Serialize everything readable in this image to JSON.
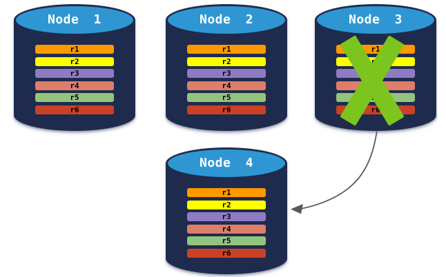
{
  "diagram": {
    "description": "Database replication diagram: failed node replicated to new node",
    "colors": {
      "cylinder_body": "#1F2B4D",
      "cylinder_top": "#2E97D3",
      "node_label_text": "#FFFFFF",
      "record_text": "#000000",
      "failure_x": "#7CC41E",
      "arrow": "#595959",
      "background": "#FFFFFF"
    },
    "nodes": [
      {
        "label": "Node 1",
        "failed": false,
        "records": [
          {
            "label": "r1",
            "color": "#FE9900"
          },
          {
            "label": "r2",
            "color": "#FFFF00"
          },
          {
            "label": "r3",
            "color": "#8E7CC3"
          },
          {
            "label": "r4",
            "color": "#DD7E6B"
          },
          {
            "label": "r5",
            "color": "#93C47D"
          },
          {
            "label": "r6",
            "color": "#CB4125"
          }
        ]
      },
      {
        "label": "Node 2",
        "failed": false,
        "records": [
          {
            "label": "r1",
            "color": "#FE9900"
          },
          {
            "label": "r2",
            "color": "#FFFF00"
          },
          {
            "label": "r3",
            "color": "#8E7CC3"
          },
          {
            "label": "r4",
            "color": "#DD7E6B"
          },
          {
            "label": "r5",
            "color": "#93C47D"
          },
          {
            "label": "r6",
            "color": "#CB4125"
          }
        ]
      },
      {
        "label": "Node 3",
        "failed": true,
        "records": [
          {
            "label": "r1",
            "color": "#FE9900"
          },
          {
            "label": "r2",
            "color": "#FFFF00"
          },
          {
            "label": "r3",
            "color": "#8E7CC3"
          },
          {
            "label": "r4",
            "color": "#DD7E6B"
          },
          {
            "label": "r5",
            "color": "#93C47D"
          },
          {
            "label": "r6",
            "color": "#CB4125"
          }
        ]
      },
      {
        "label": "Node 4",
        "failed": false,
        "records": [
          {
            "label": "r1",
            "color": "#FE9900"
          },
          {
            "label": "r2",
            "color": "#FFFF00"
          },
          {
            "label": "r3",
            "color": "#8E7CC3"
          },
          {
            "label": "r4",
            "color": "#DD7E6B"
          },
          {
            "label": "r5",
            "color": "#93C47D"
          },
          {
            "label": "r6",
            "color": "#CB4125"
          }
        ]
      }
    ],
    "arrow": {
      "from": "Node 3",
      "to": "Node 4"
    }
  }
}
